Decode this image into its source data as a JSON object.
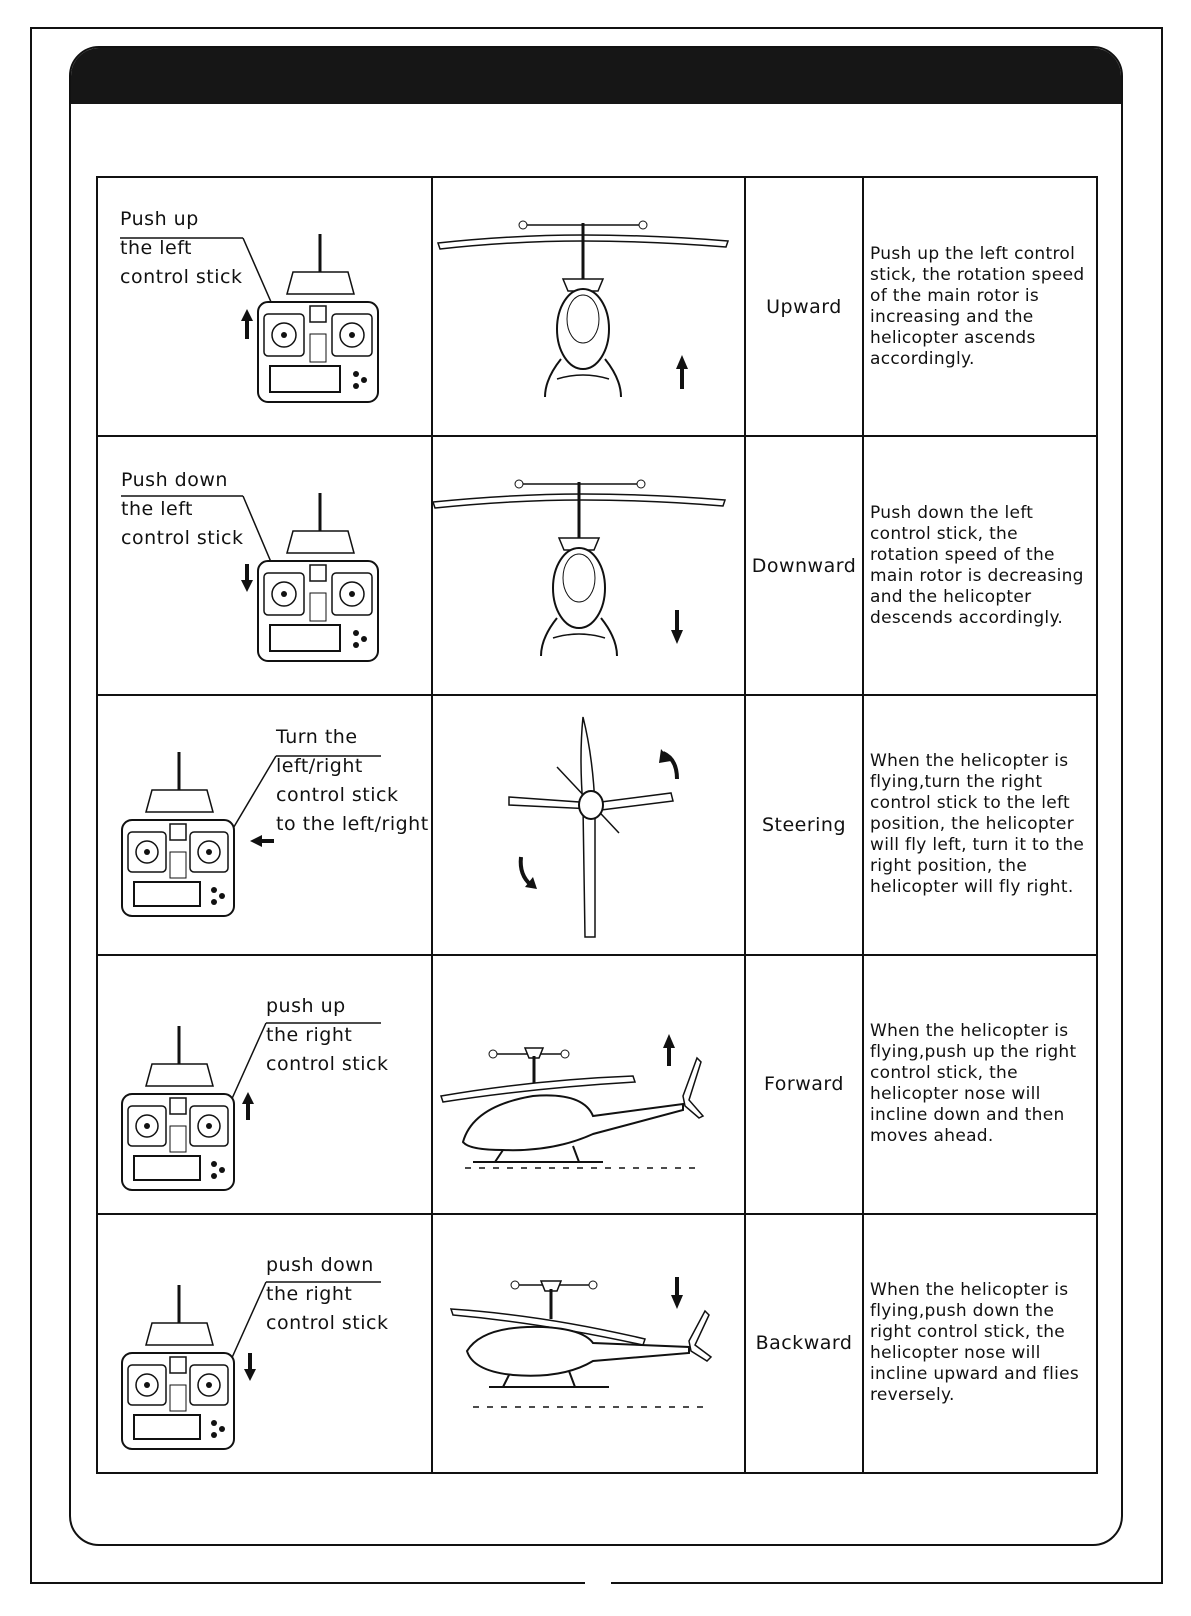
{
  "rows": [
    {
      "label_lines": [
        "Push up",
        "the left",
        "control  stick"
      ],
      "action": "Upward",
      "description": "Push up the left control stick, the rotation speed of the main rotor is increasing and the helicopter ascends accordingly."
    },
    {
      "label_lines": [
        "Push down",
        "the left",
        "control  stick"
      ],
      "action": "Downward",
      "description": "Push down the left control stick, the rotation speed of the main rotor is decreasing and the helicopter descends accordingly."
    },
    {
      "label_lines": [
        "Turn the",
        "left/right",
        "control stick",
        "to the left/right"
      ],
      "action": "Steering",
      "description": "When the helicopter is flying,turn the right control stick to the left position, the helicopter will fly left, turn it to the right position, the helicopter will fly right."
    },
    {
      "label_lines": [
        "push up",
        "the right",
        "control stick"
      ],
      "action": "Forward",
      "description": "When the helicopter is flying,push up the right control stick, the helicopter nose will incline down and then moves ahead."
    },
    {
      "label_lines": [
        "push down",
        "the right",
        "control stick"
      ],
      "action": "Backward",
      "description": "When the helicopter is flying,push down the right control stick, the helicopter nose will incline upward and flies reversely."
    }
  ]
}
